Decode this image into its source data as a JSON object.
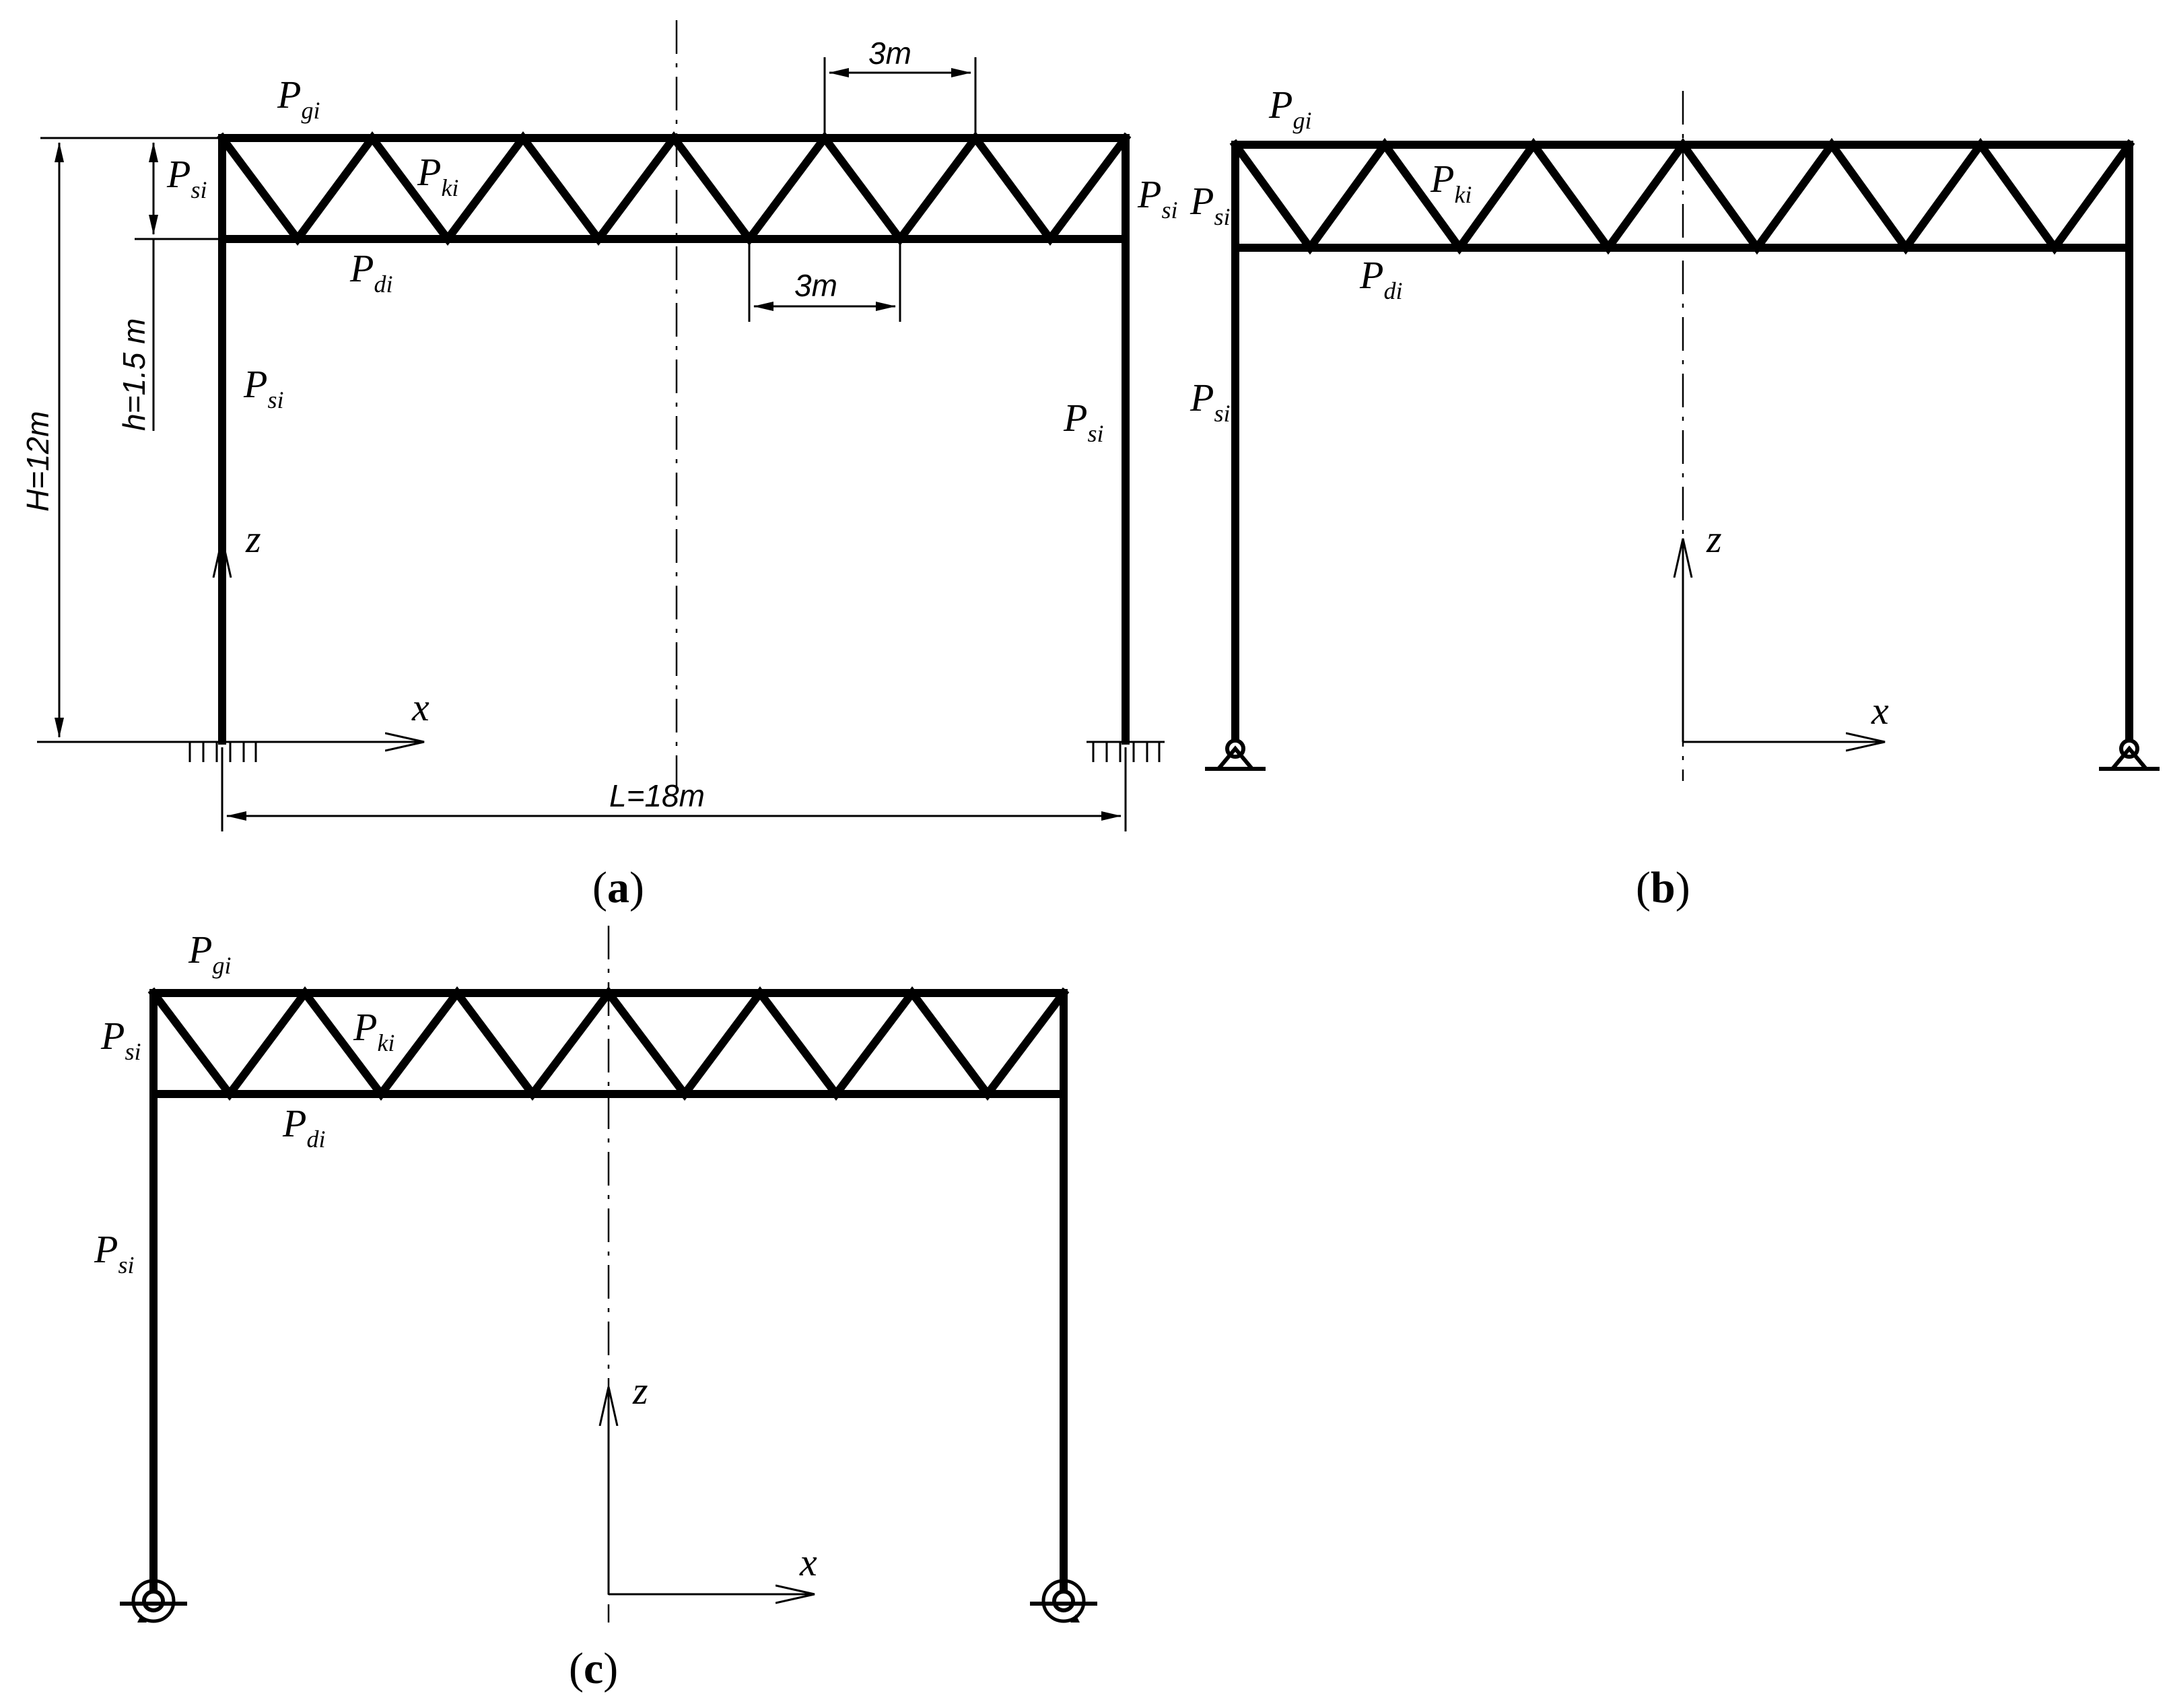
{
  "panels": [
    {
      "id": "a",
      "caption_open": "(",
      "caption_letter": "a",
      "caption_close": ")",
      "labels": {
        "top_chord": "P",
        "top_chord_sub": "gi",
        "bottom_chord": "P",
        "bottom_chord_sub": "di",
        "diagonal": "P",
        "diagonal_sub": "ki",
        "column": "P",
        "column_sub": "si"
      },
      "axes": {
        "x": "x",
        "z": "z"
      },
      "supports": "fixed",
      "dimensions": {
        "height_total": "H=12m",
        "truss_depth": "h=1.5 m",
        "span": "L=18m",
        "panel_top": "3m",
        "panel_bottom": "3m"
      }
    },
    {
      "id": "b",
      "caption_open": "(",
      "caption_letter": "b",
      "caption_close": ")",
      "labels": {
        "top_chord": "P",
        "top_chord_sub": "gi",
        "bottom_chord": "P",
        "bottom_chord_sub": "di",
        "diagonal": "P",
        "diagonal_sub": "ki",
        "column": "P",
        "column_sub": "si"
      },
      "axes": {
        "x": "x",
        "z": "z"
      },
      "supports": "pinned"
    },
    {
      "id": "c",
      "caption_open": "(",
      "caption_letter": "c",
      "caption_close": ")",
      "labels": {
        "top_chord": "P",
        "top_chord_sub": "gi",
        "bottom_chord": "P",
        "bottom_chord_sub": "di",
        "diagonal": "P",
        "diagonal_sub": "ki",
        "column": "P",
        "column_sub": "si"
      },
      "axes": {
        "x": "x",
        "z": "z"
      },
      "supports": "semi-rigid"
    }
  ]
}
